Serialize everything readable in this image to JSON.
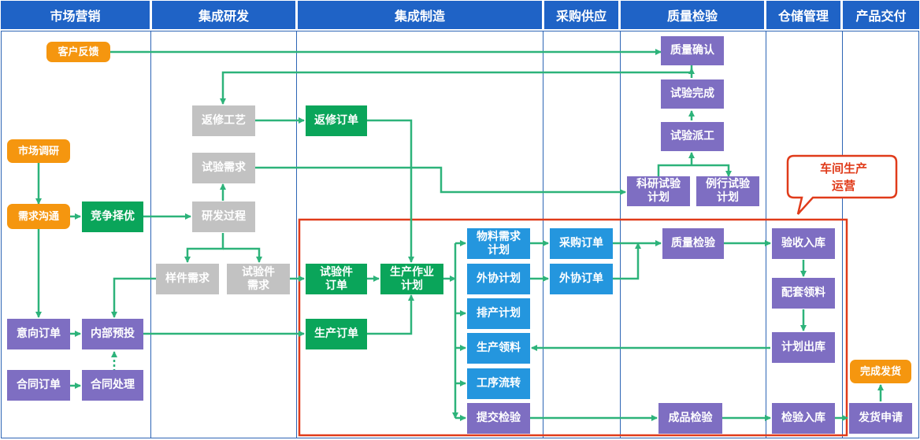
{
  "headers": [
    "市场营销",
    "集成研发",
    "集成制造",
    "采购供应",
    "质量检验",
    "仓储管理",
    "产品交付"
  ],
  "callout": {
    "line1": "车间生产",
    "line2": "运营"
  },
  "colors": {
    "header": "#1f63c6",
    "arrow": "#2db37a",
    "orange": "#f5960f",
    "green": "#0aa55a",
    "gray": "#c2c2c2",
    "blue": "#2496de",
    "purple": "#7e6ec2",
    "highlight": "#e03b1a"
  },
  "nodes": {
    "customer_feedback": "客户反馈",
    "market_research": "市场调研",
    "requirement_comm": "需求沟通",
    "competitive_selection": "竞争择优",
    "intent_order": "意向订单",
    "internal_prebid": "内部预投",
    "contract_order": "合同订单",
    "contract_process": "合同处理",
    "rework_process": "返修工艺",
    "test_requirement": "试验需求",
    "rd_process": "研发过程",
    "sample_requirement": "样件需求",
    "test_piece_requirement": "试验件\n需求",
    "rework_order": "返修订单",
    "test_piece_order": "试验件\n订单",
    "production_plan": "生产作业\n计划",
    "production_order": "生产订单",
    "material_plan": "物料需求\n计划",
    "outsource_plan": "外协计划",
    "scheduling_plan": "排产计划",
    "production_picking": "生产领料",
    "process_transfer": "工序流转",
    "submit_inspection": "提交检验",
    "purchase_order": "采购订单",
    "outsource_order": "外协订单",
    "quality_confirm": "质量确认",
    "test_complete": "试验完成",
    "test_dispatch": "试验派工",
    "research_test_plan": "科研试验\n计划",
    "routine_test_plan": "例行试验\n计划",
    "quality_inspection": "质量检验",
    "finished_inspection": "成品检验",
    "acceptance_storage": "验收入库",
    "kit_picking": "配套领料",
    "planned_outbound": "计划出库",
    "inspection_storage": "检验入库",
    "delivery_complete": "完成发货",
    "shipping_request": "发货申请"
  }
}
